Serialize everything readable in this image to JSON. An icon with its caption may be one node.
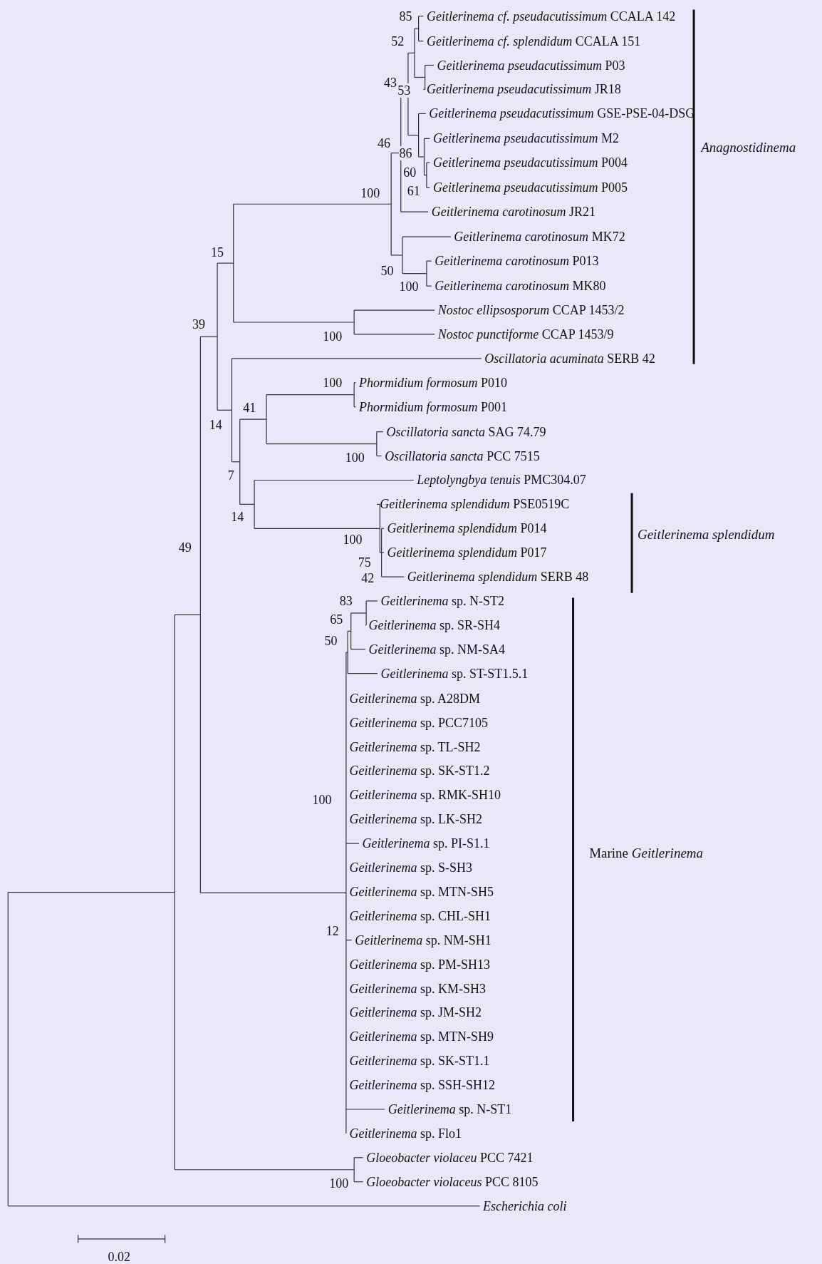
{
  "diagram": {
    "labels": [
      "85",
      "*Geitlerinema cf. pseudacutissimum* CCALA 142",
      "52",
      "*Geitlerinema cf. splendidum* CCALA 151",
      "*Geitlerinema pseudacutissimum* P03",
      "43",
      "53",
      "*Geitlerinema pseudacutissimum* JR18",
      "*Geitlerinema pseudacutissimum* GSE-PSE-04-DSG",
      "*Geitlerinema pseudacutissimum* M2",
      "46",
      "*Anagnostidinema*",
      "86",
      "60",
      "*Geitlerinema pseudacutissimum* P004",
      "61",
      "*Geitlerinema pseudacutissimum* P005",
      "100",
      "*Geitlerinema carotinosum* JR21",
      "*Geitlerinema carotinosum* MK72",
      "15",
      "*Geitlerinema carotinosum* P013",
      "50",
      "100",
      "*Geitlerinema carotinosum* MK80",
      "*Nostoc ellipsosporum* CCAP 1453/2",
      "39",
      "100",
      "*Nostoc punctiforme* CCAP 1453/9",
      "*Oscillatoria acuminata* SERB 42",
      "100",
      "*Phormidium formosum* P010",
      "41",
      "*Phormidium formosum* P001",
      "14",
      "*Oscillatoria sancta* SAG 74.79",
      "100",
      "*Oscillatoria sancta* PCC 7515",
      "7",
      "*Leptolyngbya tenuis* PMC304.07",
      "*Geitlerinema splendidum* PSE0519C",
      "14",
      "*Geitlerinema splendidum* P014",
      "*Geitlerinema splendidum*",
      "100",
      "49",
      "*Geitlerinema splendidum* P017",
      "75",
      "42",
      "*Geitlerinema splendidum* SERB 48",
      "83",
      "*Geitlerinema* sp. N-ST2",
      "65",
      "*Geitlerinema* sp. SR-SH4",
      "50",
      "*Geitlerinema* sp. NM-SA4",
      "*Geitlerinema* sp. ST-ST1.5.1",
      "*Geitlerinema* sp. A28DM",
      "*Geitlerinema* sp. PCC7105",
      "*Geitlerinema* sp. TL-SH2",
      "*Geitlerinema* sp. SK-ST1.2",
      "100",
      "*Geitlerinema* sp. RMK-SH10",
      "*Geitlerinema* sp. LK-SH2",
      "*Geitlerinema* sp. PI-S1.1",
      "Marine *Geitlerinema*",
      "*Geitlerinema* sp. S-SH3",
      "*Geitlerinema* sp. MTN-SH5",
      "*Geitlerinema* sp. CHL-SH1",
      "12",
      "*Geitlerinema* sp. NM-SH1",
      "*Geitlerinema* sp. PM-SH13",
      "*Geitlerinema* sp. KM-SH3",
      "*Geitlerinema* sp. JM-SH2",
      "*Geitlerinema* sp. MTN-SH9",
      "*Geitlerinema* sp. SK-ST1.1",
      "*Geitlerinema* sp. SSH-SH12",
      "*Geitlerinema* sp. N-ST1",
      "*Geitlerinema* sp. Flo1",
      "*Gloeobacter violaceu* PCC 7421",
      "100",
      "*Gloeobacter violaceus* PCC 8105",
      "*Escherichia coli*",
      "0.02"
    ]
  }
}
